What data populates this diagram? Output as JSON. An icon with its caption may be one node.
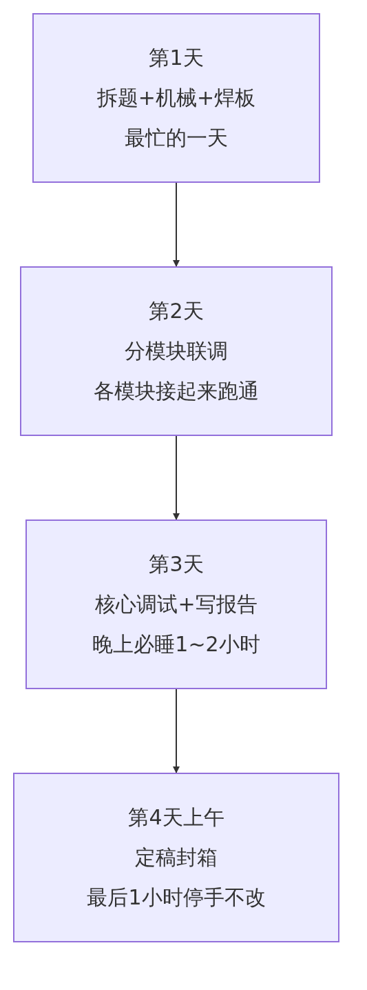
{
  "diagram": {
    "nodes": [
      {
        "text": [
          "第1天",
          "拆题+机械+焊板",
          "最忙的一天"
        ]
      },
      {
        "text": [
          "第2天",
          "分模块联调",
          "各模块接起来跑通"
        ]
      },
      {
        "text": [
          "第3天",
          "核心调试+写报告",
          "晚上必睡1~2小时"
        ]
      },
      {
        "text": [
          "第4天上午",
          "定稿封箱",
          "最后1小时停手不改"
        ]
      }
    ],
    "edges": [
      {
        "from": 0,
        "to": 1,
        "arrow": "to"
      },
      {
        "from": 1,
        "to": 2,
        "arrow": "to"
      },
      {
        "from": 2,
        "to": 3,
        "arrow": "to"
      }
    ]
  }
}
